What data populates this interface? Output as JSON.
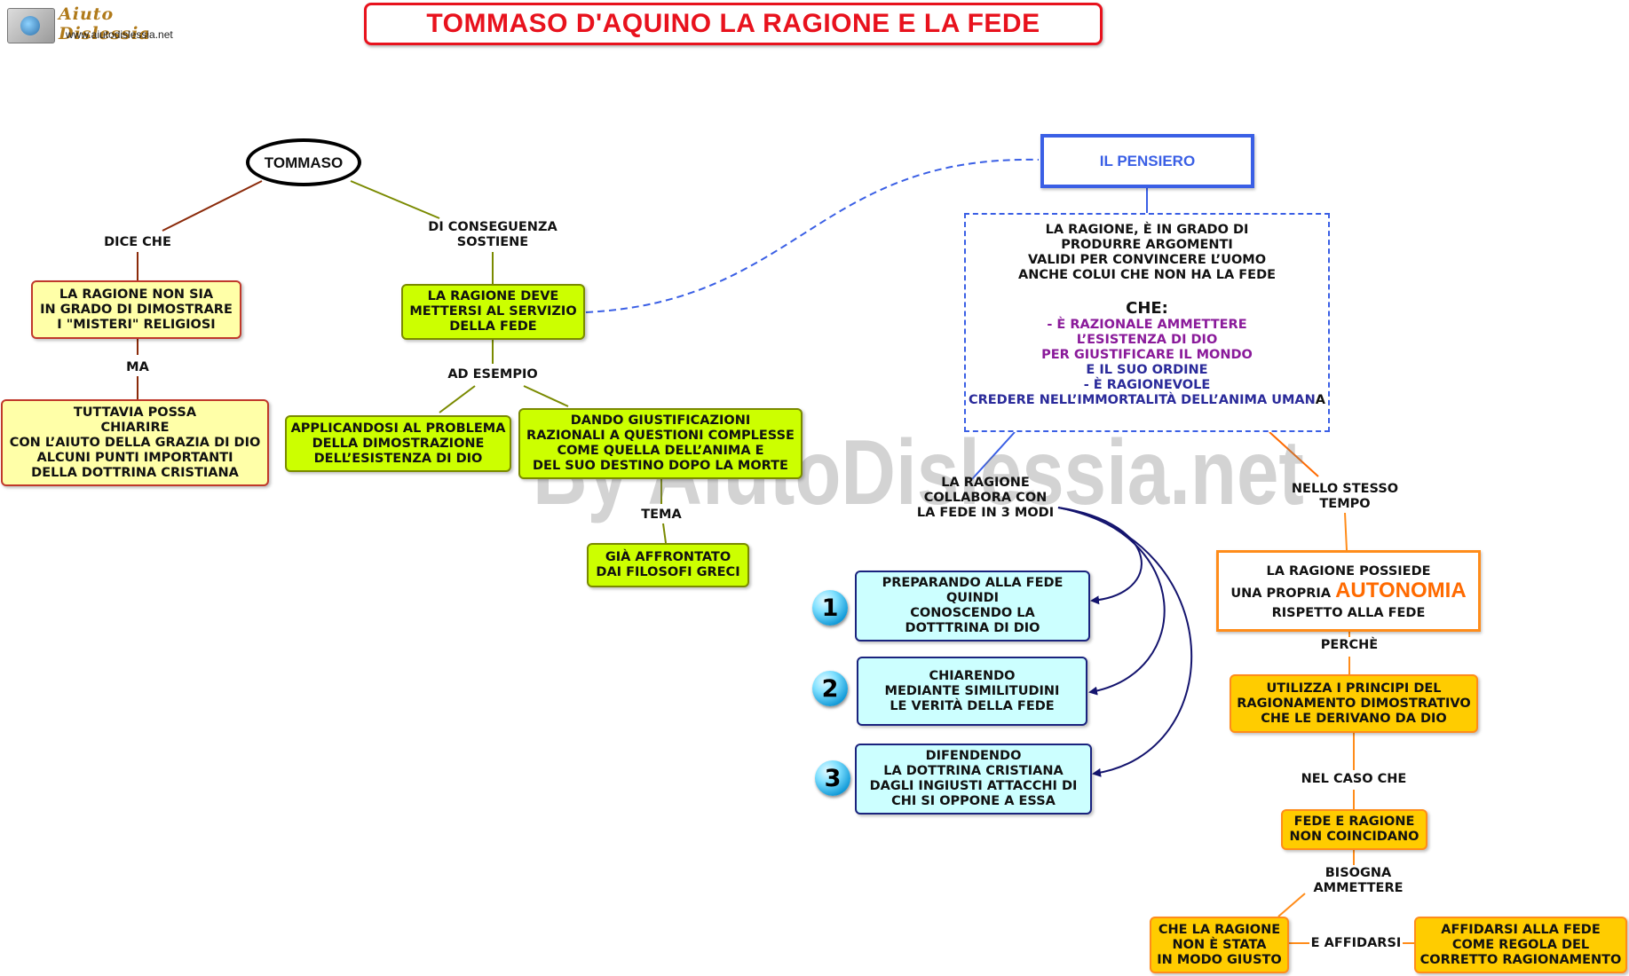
{
  "logo": {
    "name": "Aiuto Dislessia",
    "url": "www.aiutodislessia.net"
  },
  "title": "TOMMASO D'AQUINO LA RAGIONE E LA FEDE",
  "watermark": "By AiutoDislessia.net",
  "left": {
    "tommaso": "TOMMASO",
    "dice_che": "DICE CHE",
    "ragione_non_sia": "LA RAGIONE NON SIA\nIN GRADO DI DIMOSTRARE\nI \"MISTERI\" RELIGIOSI",
    "ma": "MA",
    "tuttavia": "TUTTAVIA POSSA\nCHIARIRE\nCON L’AIUTO DELLA GRAZIA DI DIO\nALCUNI PUNTI IMPORTANTI\nDELLA DOTTRINA CRISTIANA",
    "di_conseguenza": "DI CONSEGUENZA\nSOSTIENE",
    "ragione_deve": "LA RAGIONE DEVE\nMETTERSI AL SERVIZIO\nDELLA FEDE",
    "ad_esempio": "AD ESEMPIO",
    "applicandosi": "APPLICANDOSI AL PROBLEMA\nDELLA DIMOSTRAZIONE\nDELL’ESISTENZA DI DIO",
    "dando": "DANDO GIUSTIFICAZIONI\nRAZIONALI A QUESTIONI COMPLESSE\nCOME QUELLA DELL’ANIMA E\nDEL SUO DESTINO DOPO LA MORTE",
    "tema": "TEMA",
    "gia": "GIÀ AFFRONTATO\nDAI FILOSOFI GRECI"
  },
  "pensiero": {
    "title": "IL PENSIERO",
    "intro": "LA RAGIONE, È IN GRADO  DI\nPRODURRE ARGOMENTI\nVALIDI PER CONVINCERE L’UOMO\nANCHE COLUI CHE NON HA LA FEDE",
    "che": "CHE:",
    "purple": "- È RAZIONALE AMMETTERE\nL’ESISTENZA DI DIO\nPER GIUSTIFICARE IL MONDO",
    "blue1": "E IL SUO ORDINE\n- È RAGIONEVOLE",
    "blue2": "CREDERE NELL’IMMORTALITÀ DELL’ANIMA UMAN",
    "last_char": "A"
  },
  "modi": {
    "label": "LA RAGIONE\nCOLLABORA CON\nLA FEDE IN 3 MODI",
    "items": [
      {
        "num": "1",
        "text": "PREPARANDO ALLA FEDE\nQUINDI\nCONOSCENDO LA\nDOTTTRINA DI DIO"
      },
      {
        "num": "2",
        "text": "CHIARENDO\nMEDIANTE SIMILITUDINI\nLE VERITÀ DELLA FEDE"
      },
      {
        "num": "3",
        "text": "DIFENDENDO\nLA DOTTRINA CRISTIANA\nDAGLI INGIUSTI ATTACCHI DI\nCHI SI OPPONE A ESSA"
      }
    ]
  },
  "right": {
    "nello_stesso": "NELLO STESSO\nTEMPO",
    "autonomia_pre1": "LA RAGIONE POSSIEDE",
    "autonomia_pre2": "UNA PROPRIA ",
    "autonomia_word": "AUTONOMIA",
    "autonomia_post": "RISPETTO ALLA FEDE",
    "perche": "PERCHÈ",
    "utilizza": "UTILIZZA I PRINCIPI DEL\nRAGIONAMENTO DIMOSTRATIVO\nCHE LE DERIVANO DA DIO",
    "nel_caso": "NEL CASO CHE",
    "fede_ragione": "FEDE E RAGIONE\nNON COINCIDANO",
    "bisogna": "BISOGNA\nAMMETTERE",
    "che_la_ragione": "CHE LA RAGIONE\nNON È STATA\nIN MODO GIUSTO",
    "e_affidarsi": "E AFFIDARSI",
    "affidarsi": "AFFIDARSI ALLA FEDE\nCOME REGOLA DEL\nCORRETTO RAGIONAMENTO"
  },
  "colors": {
    "title_red": "#e8121d",
    "pensiero_blue": "#3a5fe5",
    "purple": "#8a1a9a",
    "navy": "#2a2a9a",
    "orange": "#ff8c1a",
    "autonomia": "#ff6a00",
    "curve_navy": "#14146e"
  }
}
